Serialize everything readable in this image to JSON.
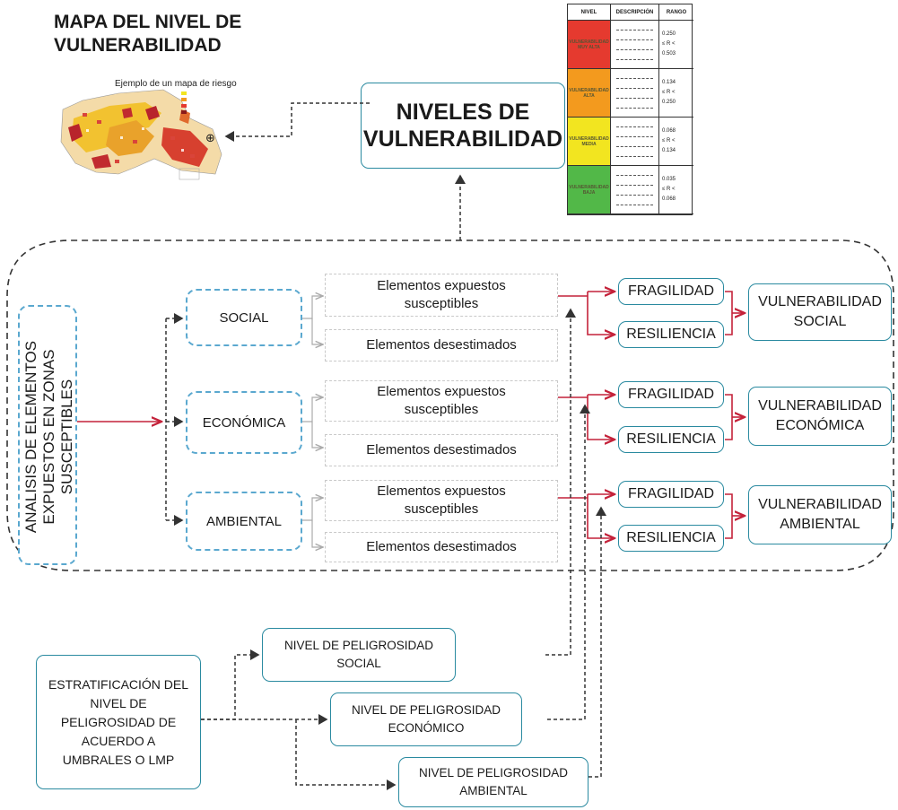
{
  "map_section": {
    "title_line1": "MAPA DEL NIVEL DE",
    "title_line2": "VULNERABILIDAD",
    "map_caption": "Ejemplo de un mapa de riesgo"
  },
  "niveles_box": {
    "line1": "NIVELES DE",
    "line2": "VULNERABILIDAD"
  },
  "risk_table": {
    "headers": [
      "NIVEL",
      "DESCRIPCIÓN",
      "RANGO"
    ],
    "rows": [
      {
        "level": "VULNERABILIDAD MUY ALTA",
        "color": "#e53a2f",
        "range": [
          "0.250",
          "≤ R <",
          "0.503"
        ]
      },
      {
        "level": "VULNERABILIDAD ALTA",
        "color": "#f39a1e",
        "range": [
          "0.134",
          "≤ R <",
          "0.250"
        ]
      },
      {
        "level": "VULNERABILIDAD MEDIA",
        "color": "#f2e520",
        "range": [
          "0.068",
          "≤ R <",
          "0.134"
        ]
      },
      {
        "level": "VULNERABILIDAD BAJA",
        "color": "#52b848",
        "range": [
          "0.035",
          "≤ R <",
          "0.068"
        ]
      }
    ]
  },
  "analysis": {
    "vertical_line1": "ANALISIS DE ELEMENTOS",
    "vertical_line2": "EXPUESTOS EN ZONAS",
    "vertical_line3": "SUSCEPTIBLES"
  },
  "dimensions": [
    {
      "name": "SOCIAL",
      "exposed_line1": "Elementos expuestos",
      "exposed_line2": "susceptibles",
      "dismissed": "Elementos desestimados",
      "fragility": "FRAGILIDAD",
      "resilience": "RESILIENCIA",
      "result_line1": "VULNERABILIDAD",
      "result_line2": "SOCIAL"
    },
    {
      "name": "ECONÓMICA",
      "exposed_line1": "Elementos expuestos",
      "exposed_line2": "susceptibles",
      "dismissed": "Elementos desestimados",
      "fragility": "FRAGILIDAD",
      "resilience": "RESILIENCIA",
      "result_line1": "VULNERABILIDAD",
      "result_line2": "ECONÓMICA"
    },
    {
      "name": "AMBIENTAL",
      "exposed_line1": "Elementos expuestos",
      "exposed_line2": "susceptibles",
      "dismissed": "Elementos desestimados",
      "fragility": "FRAGILIDAD",
      "resilience": "RESILIENCIA",
      "result_line1": "VULNERABILIDAD",
      "result_line2": "AMBIENTAL"
    }
  ],
  "stratification": {
    "lines": [
      "ESTRATIFICACIÓN DEL",
      "NIVEL DE",
      "PELIGROSIDAD DE",
      "ACUERDO A",
      "UMBRALES O LMP"
    ]
  },
  "hazard_levels": [
    {
      "line1": "NIVEL DE PELIGROSIDAD",
      "line2": "SOCIAL"
    },
    {
      "line1": "NIVEL DE PELIGROSIDAD",
      "line2": "ECONÓMICO"
    },
    {
      "line1": "NIVEL DE PELIGROSIDAD",
      "line2": "AMBIENTAL"
    }
  ],
  "colors": {
    "box_border": "#2a8aa0",
    "dashed_border": "#5aa8cf",
    "red_connector": "#c4223a",
    "dark_connector": "#333333"
  },
  "icons": {
    "compass": "north-arrow-icon"
  }
}
